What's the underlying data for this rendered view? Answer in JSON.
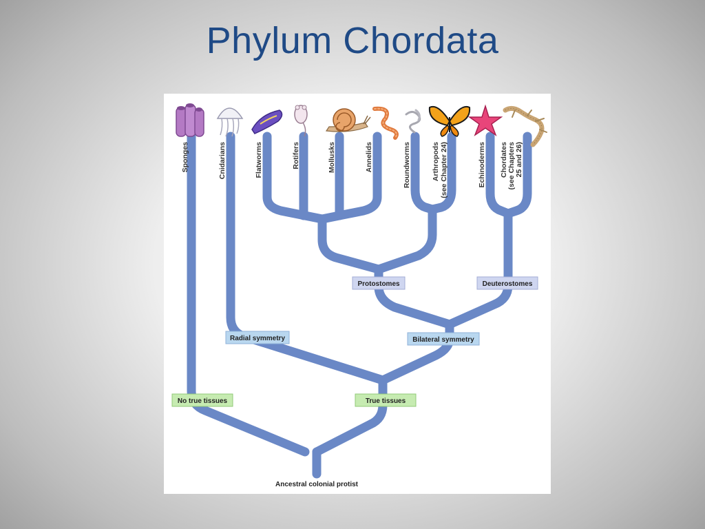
{
  "slide": {
    "title": "Phylum Chordata"
  },
  "taxa": {
    "sponges": "Sponges",
    "cnidarians": "Cnidarians",
    "flatworms": "Flatworms",
    "rotifers": "Rotifers",
    "mollusks": "Mollusks",
    "annelids": "Annelids",
    "roundworms": "Roundworms",
    "arthropods": [
      "Arthropods",
      "(see Chapter 24)"
    ],
    "echinoderms": "Echinoderms",
    "chordates": [
      "Chordates",
      "(see Chapters",
      "25 and 26)"
    ]
  },
  "nodes": {
    "protostomes": "Protostomes",
    "deuterostomes": "Deuterostomes",
    "radial_symmetry": "Radial symmetry",
    "bilateral_symmetry": "Bilateral symmetry",
    "no_true_tissues": "No true tissues",
    "true_tissues": "True tissues",
    "root": "Ancestral colonial protist"
  },
  "icons": [
    "sponge-icon",
    "jellyfish-icon",
    "flatworm-icon",
    "rotifer-icon",
    "snail-icon",
    "annelid-icon",
    "roundworm-icon",
    "butterfly-icon",
    "starfish-icon",
    "lizard-icon"
  ],
  "colors": {
    "title": "#1f4a86",
    "branch": "#6a88c6",
    "box_blue": "#b9d7ef",
    "box_lavender": "#cfd6f0",
    "box_green": "#c6ebb1"
  }
}
